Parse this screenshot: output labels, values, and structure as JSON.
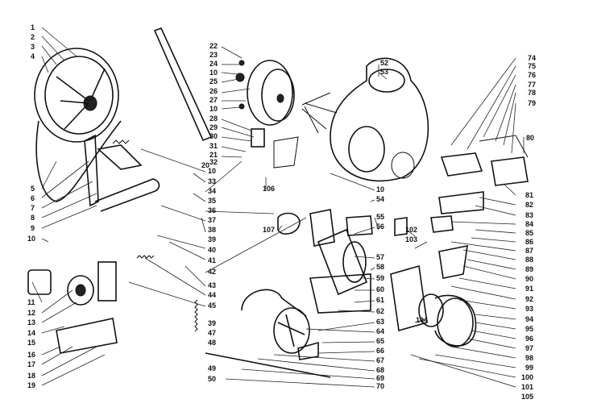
{
  "diagram": {
    "callouts_left": [
      "1",
      "2",
      "3",
      "4",
      "5",
      "6",
      "7",
      "8",
      "9",
      "10",
      "11",
      "12",
      "13",
      "14",
      "15",
      "16",
      "17",
      "18",
      "19"
    ],
    "callouts_center_top": [
      "22",
      "23",
      "24",
      "10",
      "25",
      "26",
      "27",
      "10",
      "28",
      "29",
      "30",
      "31",
      "21",
      "20",
      "32",
      "10",
      "33",
      "34",
      "35",
      "36",
      "37",
      "38",
      "39",
      "40",
      "41",
      "42",
      "43",
      "44",
      "45",
      "106",
      "107"
    ],
    "callouts_center_bottom": [
      "39",
      "47",
      "48",
      "49",
      "50",
      "52",
      "53",
      "10",
      "54",
      "55",
      "56",
      "57",
      "58",
      "59",
      "60",
      "61",
      "62",
      "63",
      "64",
      "65",
      "66",
      "67",
      "68",
      "69",
      "70"
    ],
    "callouts_right": [
      "74",
      "75",
      "76",
      "77",
      "78",
      "79",
      "80",
      "81",
      "82",
      "83",
      "84",
      "85",
      "86",
      "87",
      "88",
      "89",
      "90",
      "91",
      "92",
      "93",
      "94",
      "95",
      "96",
      "97",
      "98",
      "99",
      "100",
      "101",
      "105",
      "102",
      "103",
      "104"
    ],
    "colors": {
      "ink": "#111111",
      "paper": "#ffffff"
    }
  }
}
